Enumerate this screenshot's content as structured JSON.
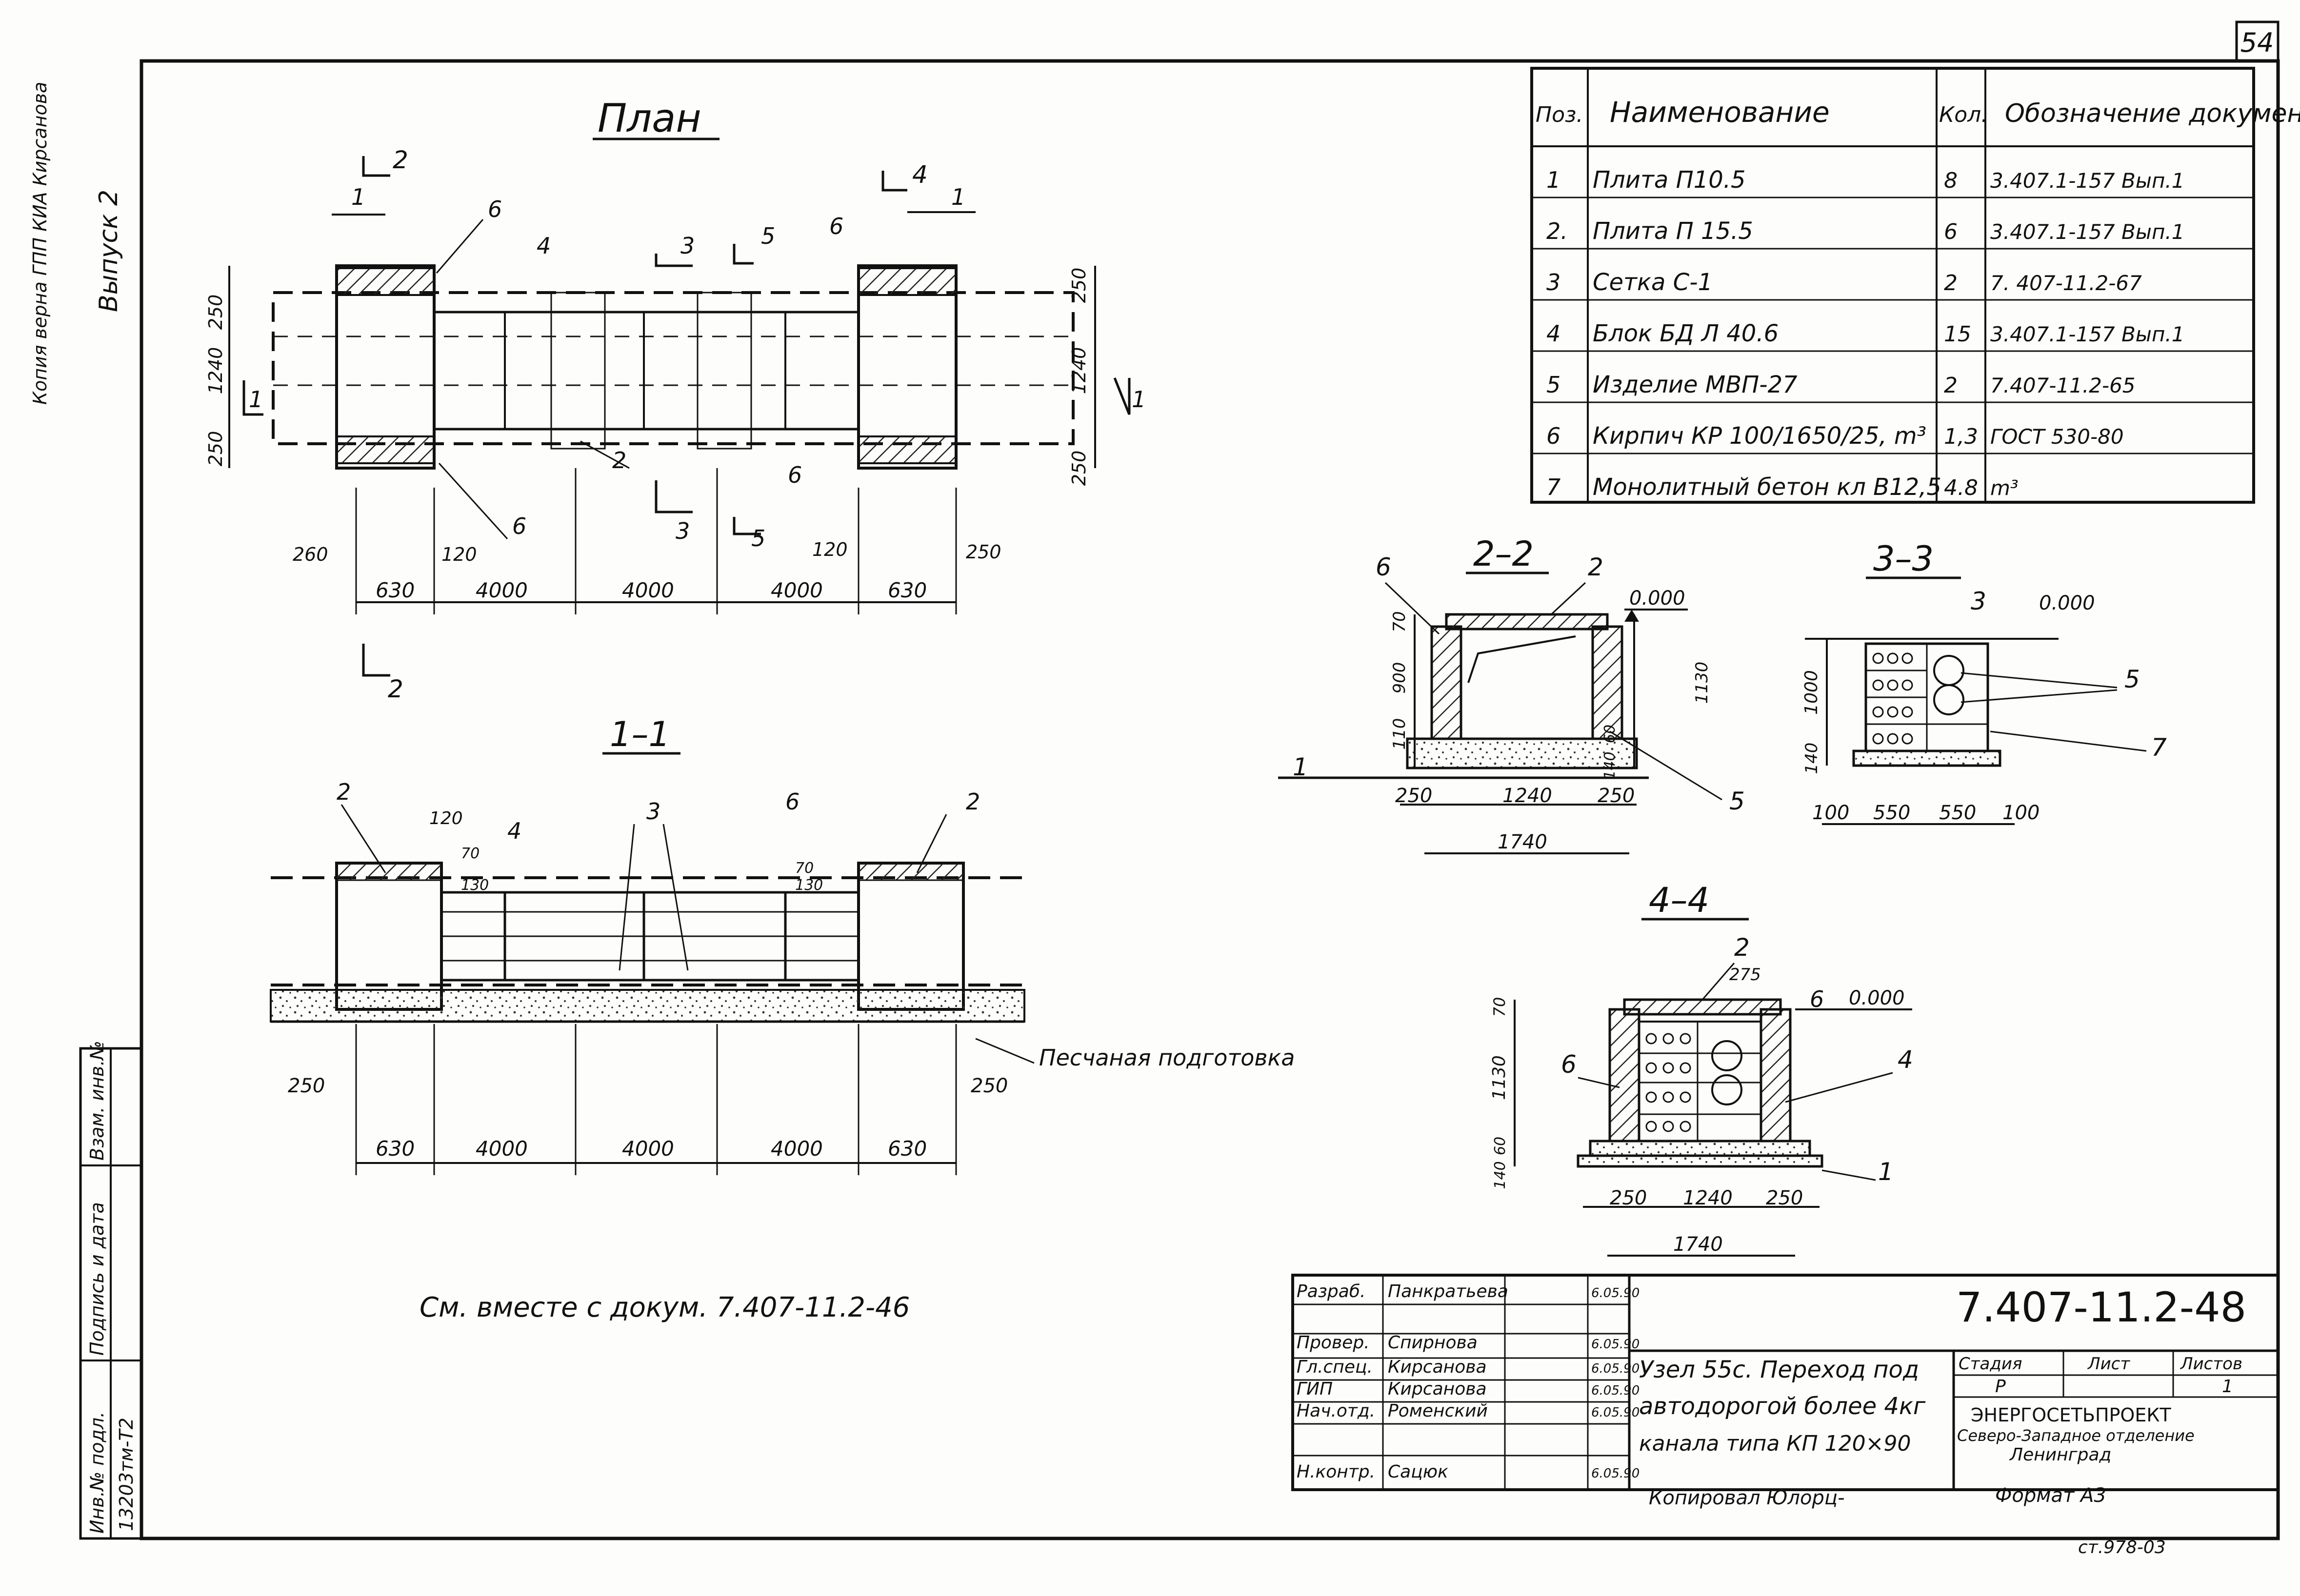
{
  "page_number": "54",
  "side_labels": {
    "issue": "Выпуск 2",
    "copy_note": "Копия верна ГПП КИА Кирсанова"
  },
  "left_stamp": {
    "inv_orig_label": "Инв.№ подл.",
    "signature_label": "Подпись и дата",
    "inv_repl_label": "Взам. инв.№",
    "inv_value": "13203тм-Т2"
  },
  "plan": {
    "title": "План",
    "section_marks": [
      "1",
      "2",
      "3",
      "4",
      "5"
    ],
    "position_labels": [
      "2",
      "4",
      "6"
    ],
    "dims_vertical": [
      "250",
      "1240",
      "250"
    ],
    "dims_top_small": [
      "260",
      "120",
      "120",
      "250"
    ],
    "dims_bottom": [
      "630",
      "4000",
      "4000",
      "4000",
      "630"
    ]
  },
  "section_1_1": {
    "title": "1–1",
    "labels": [
      "2",
      "3",
      "4",
      "6",
      "2"
    ],
    "dims_small": [
      "120",
      "70",
      "130",
      "70",
      "130"
    ],
    "dims_side": [
      "250",
      "250"
    ],
    "dims_bottom": [
      "630",
      "4000",
      "4000",
      "4000",
      "630"
    ],
    "sand_label": "Песчаная подготовка"
  },
  "spec_table": {
    "headers": [
      "Поз.",
      "Наименование",
      "Кол.",
      "Обозначение документа"
    ],
    "rows": [
      [
        "1",
        "Плита П10.5",
        "8",
        "3.407.1-157 Вып.1"
      ],
      [
        "2.",
        "Плита П 15.5",
        "6",
        "3.407.1-157 Вып.1"
      ],
      [
        "3",
        "Сетка С-1",
        "2",
        "7. 407-11.2-67"
      ],
      [
        "4",
        "Блок БД Л 40.6",
        "15",
        "3.407.1-157 Вып.1"
      ],
      [
        "5",
        "Изделие МВП-27",
        "2",
        "7.407-11.2-65"
      ],
      [
        "6",
        "Кирпич КР 100/1650/25, m³",
        "1,3",
        "ГОСТ 530-80"
      ],
      [
        "7",
        "Монолитный бетон кл В12,5",
        "4.8",
        "m³"
      ]
    ]
  },
  "section_2_2": {
    "title": "2–2",
    "labels": [
      "6",
      "2",
      "1",
      "5"
    ],
    "level": "0.000",
    "dims_left": [
      "70",
      "900",
      "110"
    ],
    "dims_right": [
      "1130",
      "60",
      "140"
    ],
    "dims_bottom": [
      "250",
      "1240",
      "250"
    ],
    "dim_total": "1740"
  },
  "section_3_3": {
    "title": "3–3",
    "labels": [
      "3",
      "5",
      "7"
    ],
    "level": "0.000",
    "dims_left": [
      "1000",
      "140"
    ],
    "dims_bottom": [
      "100",
      "550",
      "550",
      "100"
    ]
  },
  "section_4_4": {
    "title": "4–4",
    "labels": [
      "2",
      "6",
      "6",
      "4",
      "1"
    ],
    "level": "0.000",
    "dim_top": "275",
    "dims_left": [
      "70",
      "1130",
      "60",
      "140"
    ],
    "dims_bottom": [
      "250",
      "1240",
      "250"
    ],
    "dim_total": "1740"
  },
  "note": "См. вместе с докум. 7.407-11.2-46",
  "title_block": {
    "doc_number": "7.407-11.2-48",
    "title": [
      "Узел 55с. Переход под",
      "автодорогой более 4кг",
      "канала типа КП 120×90"
    ],
    "people": [
      {
        "role": "Разраб.",
        "name": "Панкратьева",
        "date": "6.05.90"
      },
      {
        "role": "Провер.",
        "name": "Спирнова",
        "date": "6.05.90"
      },
      {
        "role": "Гл.спец.",
        "name": "Кирсанова",
        "date": "6.05.90"
      },
      {
        "role": "ГИП",
        "name": "Кирсанова",
        "date": "6.05.90"
      },
      {
        "role": "Нач.отд.",
        "name": "Роменский",
        "date": "6.05.90"
      },
      {
        "role": "Н.контр.",
        "name": "Сацюк",
        "date": "6.05.90"
      }
    ],
    "stage_header": "Стадия",
    "sheet_header": "Лист",
    "sheets_header": "Листов",
    "stage": "Р",
    "sheets": "1",
    "org": [
      "ЭНЕРГОСЕТЬПРОЕКТ",
      "Северо-Западное отделение",
      "Ленинград"
    ]
  },
  "copied": "Копировал Юлорц-",
  "format": "Формат А3",
  "bottom_code": "ст.978-03"
}
